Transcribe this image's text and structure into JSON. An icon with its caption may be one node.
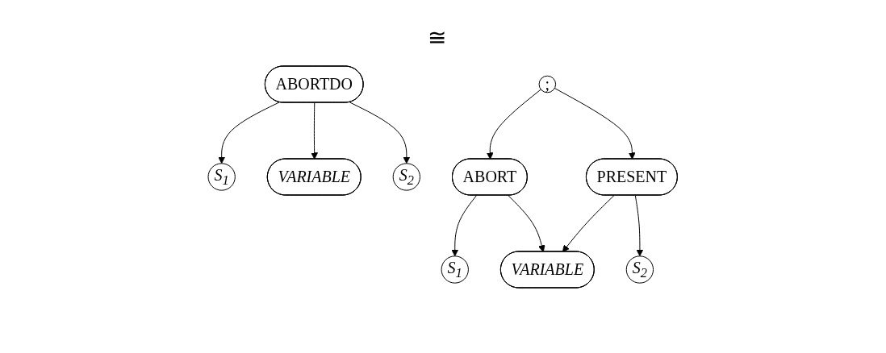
{
  "diagram": {
    "nodes": [
      {
        "text": [
          "ABORTDO"
        ]
      },
      {
        "text": [
          "S$_{1}$"
        ]
      },
      {
        "text": [
          "VARIABLE"
        ]
      },
      {
        "text": [
          "S$_{2}$"
        ]
      },
      {
        "text": [
          ";"
        ]
      },
      {
        "text": [
          "ABORT"
        ]
      },
      {
        "text": [
          "PRESENT"
        ]
      },
      {
        "text": [
          "S$_{1}$"
        ]
      },
      {
        "text": [
          "VARIABLE"
        ]
      },
      {
        "text": [
          "S$_{2}$"
        ]
      }
    ],
    "edges": [
      {
        "from": 0,
        "to": 1,
        "arrow": "to"
      },
      {
        "from": 0,
        "to": 2,
        "arrow": "to"
      },
      {
        "from": 0,
        "to": 3,
        "arrow": "to"
      },
      {
        "from": 4,
        "to": 5,
        "arrow": "to"
      },
      {
        "from": 4,
        "to": 6,
        "arrow": "to"
      },
      {
        "from": 5,
        "to": 7,
        "arrow": "to"
      },
      {
        "from": 5,
        "to": 8,
        "arrow": "to"
      },
      {
        "from": 6,
        "to": 8,
        "arrow": "to"
      },
      {
        "from": 6,
        "to": 9,
        "arrow": "to"
      }
    ],
    "labels": [
      "≅"
    ]
  }
}
